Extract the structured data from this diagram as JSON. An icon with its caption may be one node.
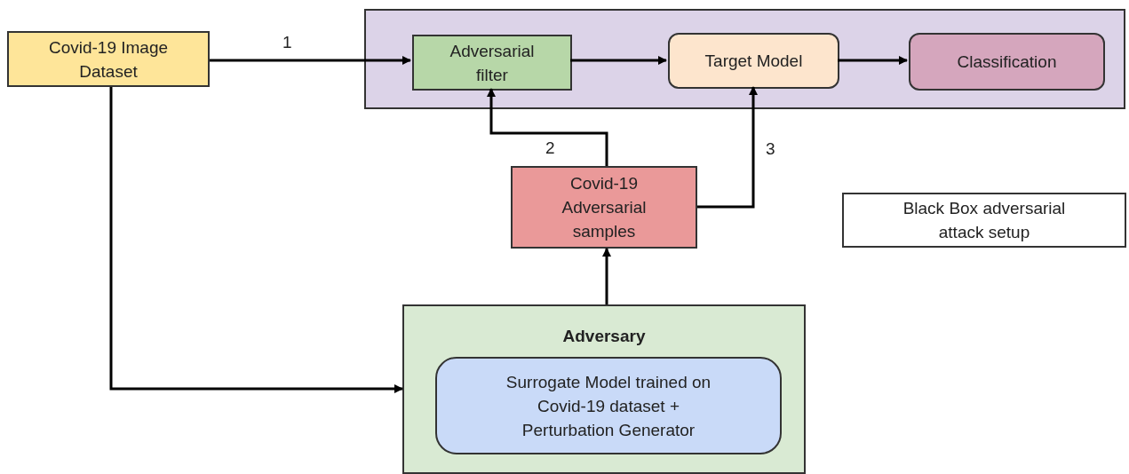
{
  "diagram": {
    "nodes": [
      {
        "text": [
          "Covid-19 Image Dataset"
        ]
      },
      {
        "text": [],
        "shape": "box"
      },
      {
        "text": [
          "Adversarial filter"
        ],
        "in": 1
      },
      {
        "text": [
          "Target Model"
        ],
        "in": 1
      },
      {
        "text": [
          "Classification"
        ],
        "in": 1
      },
      {
        "text": [
          "Covid-19 Adversarial samples"
        ]
      },
      {
        "text": [
          "Black Box adversarial attack setup"
        ]
      },
      {
        "text": [
          "Adversary"
        ]
      },
      {
        "text": [
          "Surrogate Model trained on Covid-19 dataset + Perturbation Generator"
        ],
        "in": 7
      }
    ],
    "edges": [
      {
        "from": 0,
        "to": 2,
        "arrow": "to",
        "label": "1"
      },
      {
        "from": 2,
        "to": 3,
        "arrow": "to"
      },
      {
        "from": 3,
        "to": 4,
        "arrow": "to"
      },
      {
        "from": 5,
        "to": 2,
        "arrow": "to",
        "label": "2"
      },
      {
        "from": 5,
        "to": 3,
        "arrow": "to",
        "label": "3"
      },
      {
        "from": 7,
        "to": 5,
        "arrow": "to"
      },
      {
        "from": 0,
        "to": 7,
        "arrow": "to"
      }
    ]
  }
}
